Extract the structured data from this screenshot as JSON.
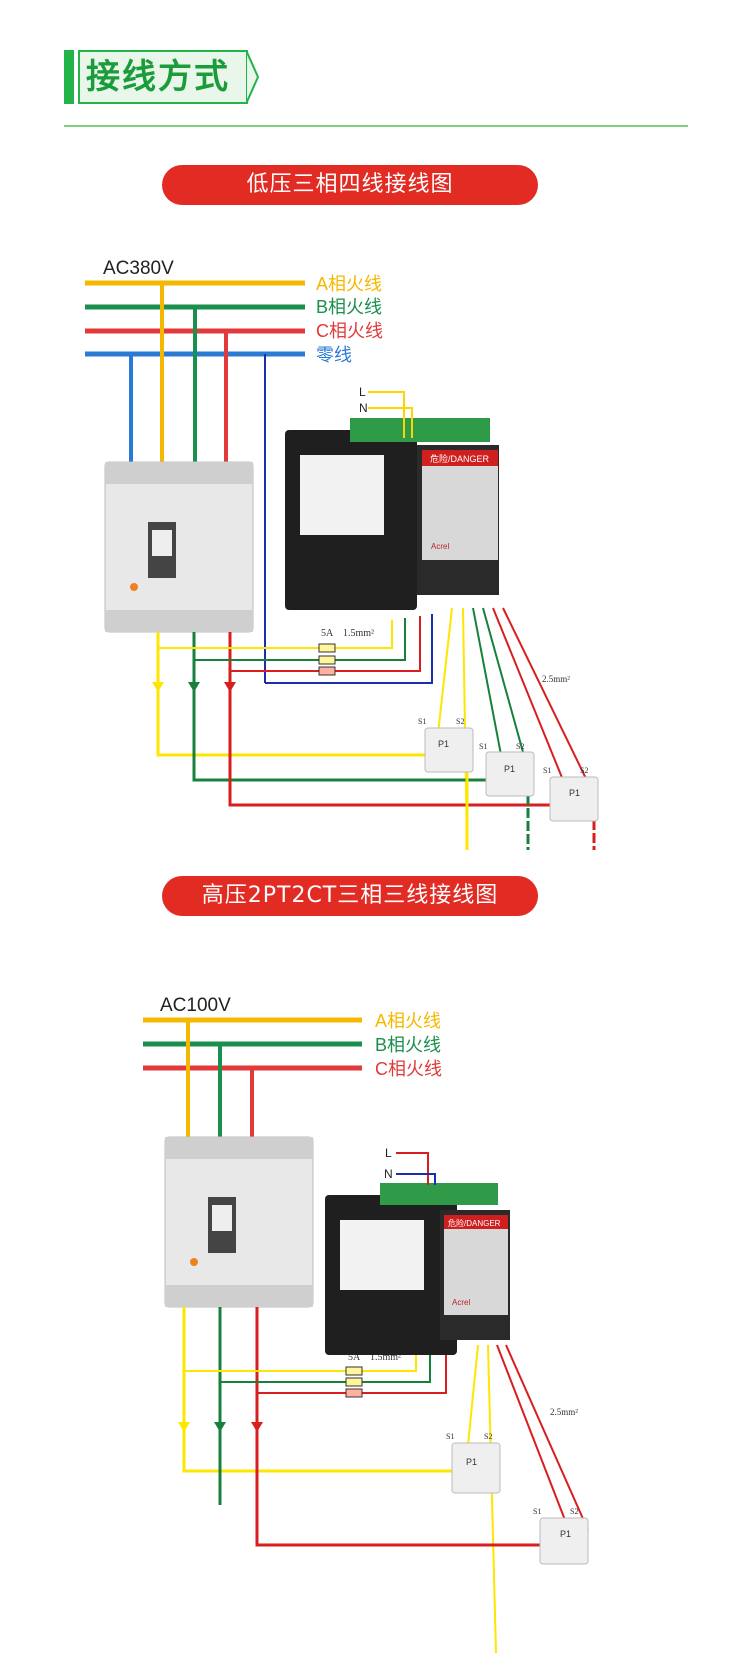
{
  "header": {
    "title": "接线方式"
  },
  "sections": [
    {
      "title": "低压三相四线接线图",
      "voltage": "AC380V",
      "lines": [
        {
          "label": "A相火线",
          "color": "#f5b800"
        },
        {
          "label": "B相火线",
          "color": "#1a8f4e"
        },
        {
          "label": "C相火线",
          "color": "#e23a3a"
        },
        {
          "label": "零线",
          "color": "#2a7ad6"
        }
      ],
      "supply_l": "L",
      "supply_n": "N",
      "fuse_label": "5A",
      "fuse_wire": "1.5mm²",
      "ct_wire": "2.5mm²",
      "ct_s1": "S1",
      "ct_s2": "S2",
      "ct_p1": "P1",
      "danger": "危险/DANGER",
      "brand": "Acrel"
    },
    {
      "title": "高压2PT2CT三相三线接线图",
      "voltage": "AC100V",
      "lines": [
        {
          "label": "A相火线",
          "color": "#f5b800"
        },
        {
          "label": "B相火线",
          "color": "#1a8f4e"
        },
        {
          "label": "C相火线",
          "color": "#e23a3a"
        }
      ],
      "supply_l": "L",
      "supply_n": "N",
      "fuse_label": "5A",
      "fuse_wire": "1.5mm²",
      "ct_wire": "2.5mm²",
      "ct_s1": "S1",
      "ct_s2": "S2",
      "ct_p1": "P1",
      "danger": "危险/DANGER",
      "brand": "Acrel"
    }
  ]
}
